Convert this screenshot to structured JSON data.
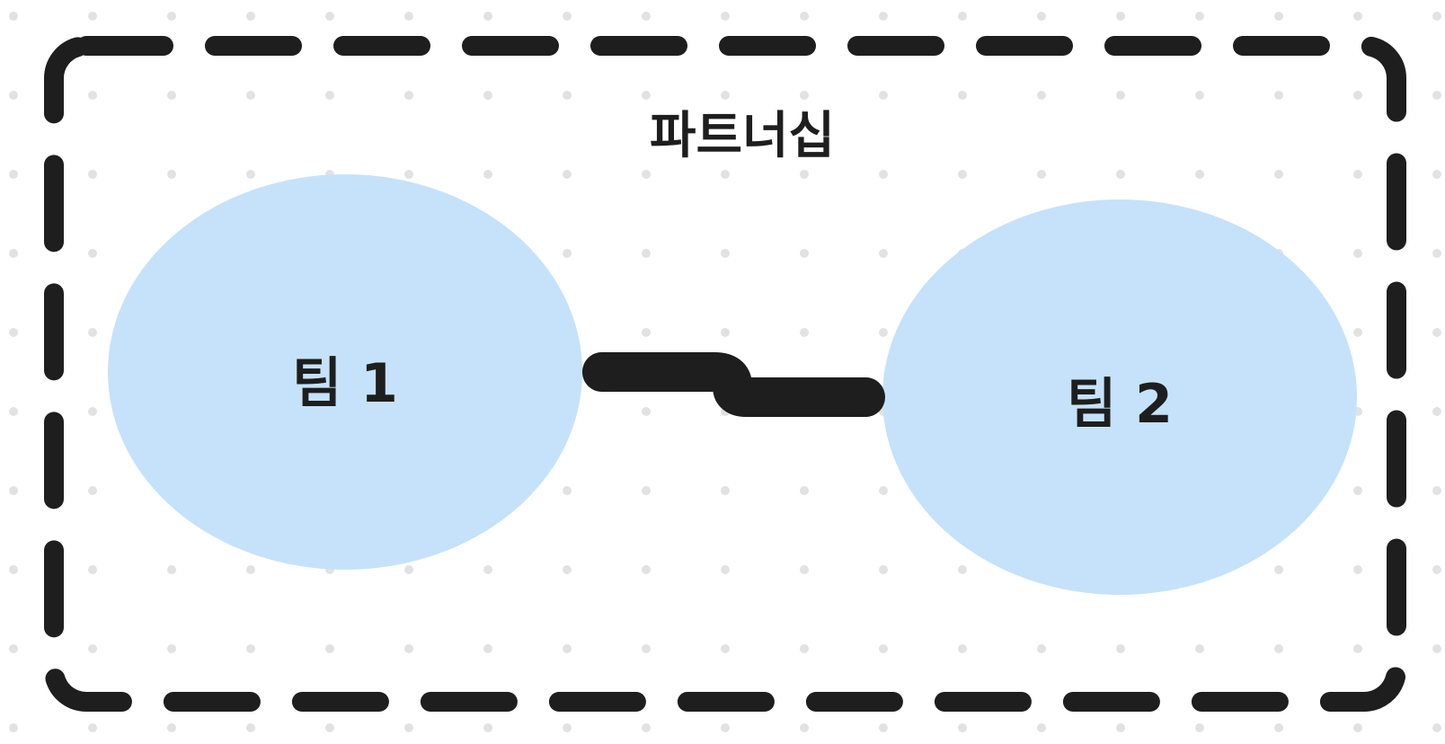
{
  "diagram": {
    "group": {
      "title": "파트너십",
      "border_color": "#1e1e1e"
    },
    "nodes": [
      {
        "id": "team1",
        "label": "팀 1",
        "fill": "#c5e2fa"
      },
      {
        "id": "team2",
        "label": "팀 2",
        "fill": "#c5e2fa"
      }
    ],
    "connector": {
      "from": "team1",
      "to": "team2",
      "color": "#1e1e1e"
    },
    "background": {
      "pattern": "dot-grid",
      "dot_color": "#dddddd"
    }
  }
}
